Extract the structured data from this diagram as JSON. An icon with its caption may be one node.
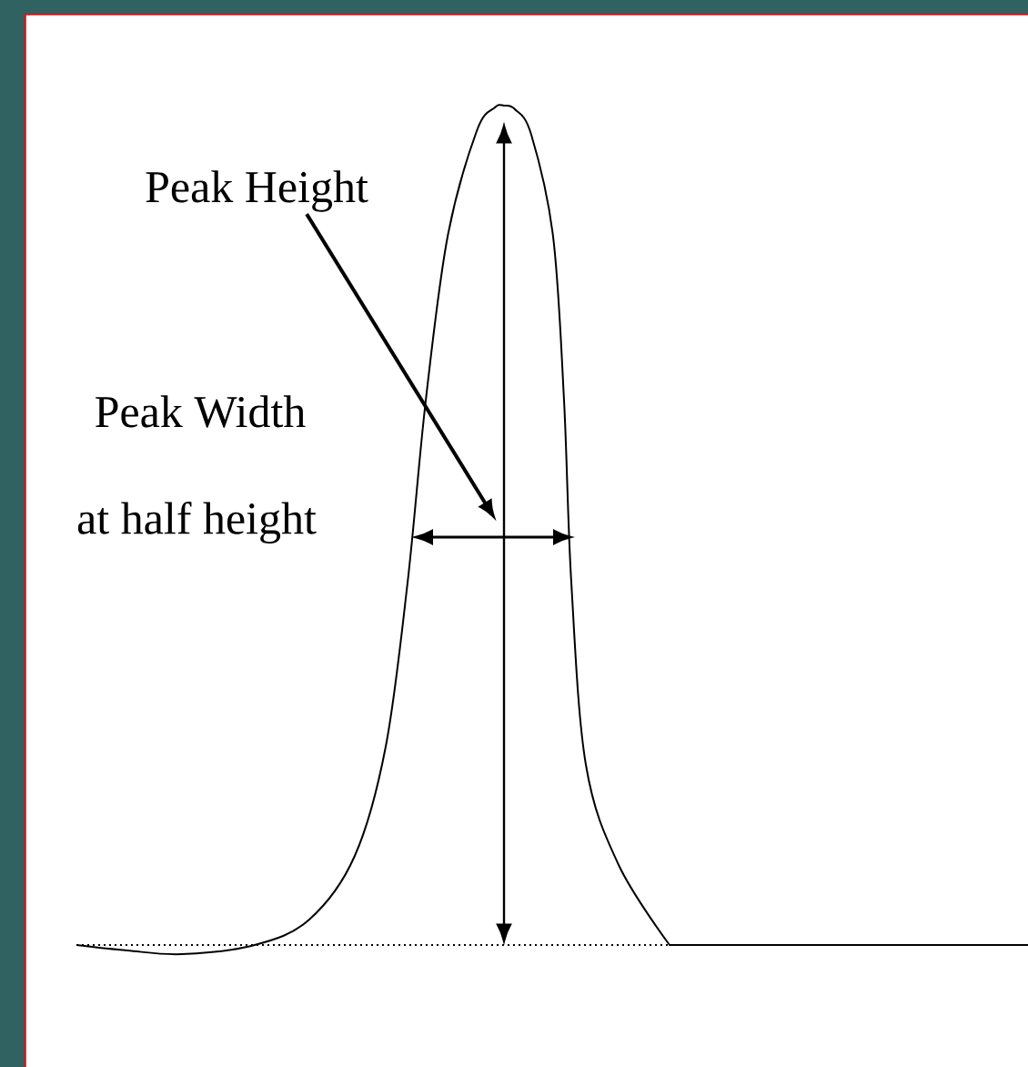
{
  "diagram": {
    "nodes": [
      {
        "text": [
          "Peak Height"
        ]
      },
      {
        "text": [],
        "shape": "arrow"
      }
    ],
    "edges": [
      {
        "from": 0,
        "to": 1,
        "arrow": "to"
      }
    ],
    "labels": [
      "Peak Width",
      "at half height"
    ]
  }
}
